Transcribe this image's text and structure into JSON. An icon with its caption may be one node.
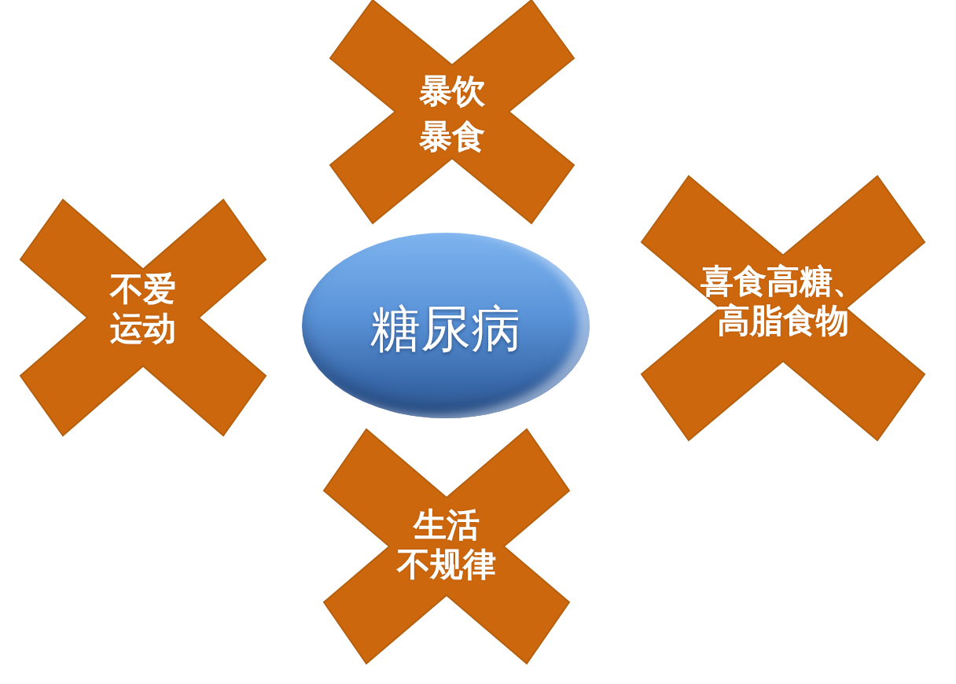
{
  "diagram": {
    "nodes": [
      {
        "text": [
          "暴饮暴食"
        ]
      },
      {
        "text": [
          "不爱运动"
        ]
      },
      {
        "text": [
          "糖尿病"
        ]
      },
      {
        "text": [
          "喜食高糖、高脂食物"
        ]
      },
      {
        "text": [
          "生活不规律"
        ]
      }
    ]
  }
}
